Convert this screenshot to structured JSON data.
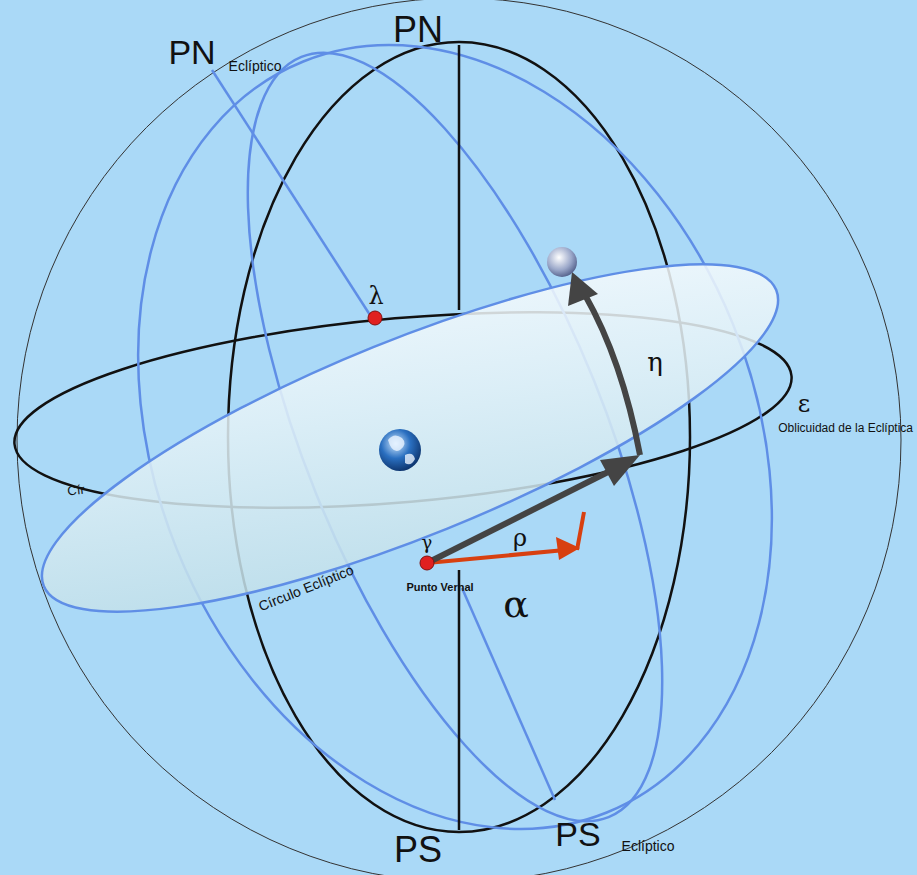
{
  "diagram": {
    "labels": [
      "PN",
      "PN",
      "Eclíptico",
      "λ",
      "ε",
      "Oblicuidad de la Eclíptica",
      "η",
      "Cír",
      "Círculo Eclíptico",
      "γ",
      "Punto Vernal",
      "ρ",
      "α",
      "PS",
      "PS",
      "Eclíptico"
    ]
  }
}
